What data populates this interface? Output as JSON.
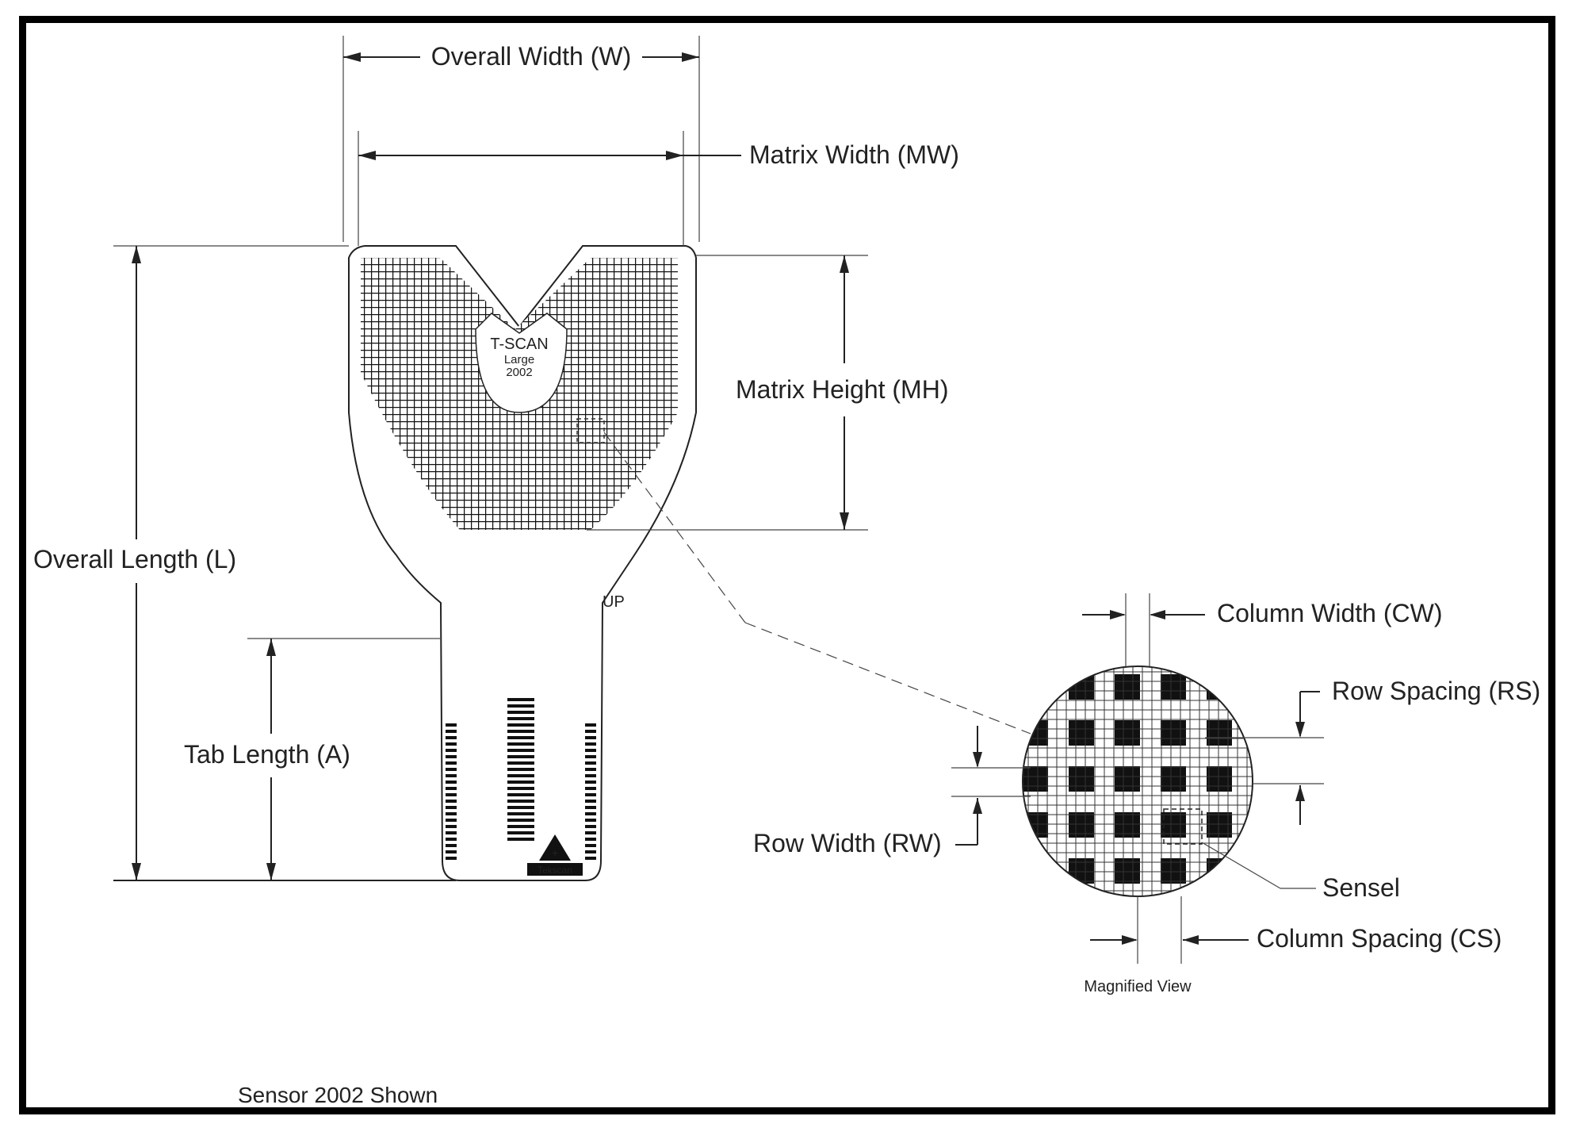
{
  "labels": {
    "overall_width": "Overall Width (W)",
    "matrix_width": "Matrix Width (MW)",
    "matrix_height": "Matrix Height (MH)",
    "overall_length": "Overall Length (L)",
    "tab_length": "Tab Length (A)",
    "column_width": "Column Width (CW)",
    "row_spacing": "Row Spacing (RS)",
    "row_width": "Row Width (RW)",
    "sensel": "Sensel",
    "column_spacing": "Column Spacing (CS)",
    "magnified_view": "Magnified View",
    "caption": "Sensor 2002 Shown"
  },
  "sensor": {
    "brand": "T-SCAN",
    "sub1": "Large",
    "sub2": "2002",
    "up_mark": "UP",
    "logo": "Tekscan"
  }
}
